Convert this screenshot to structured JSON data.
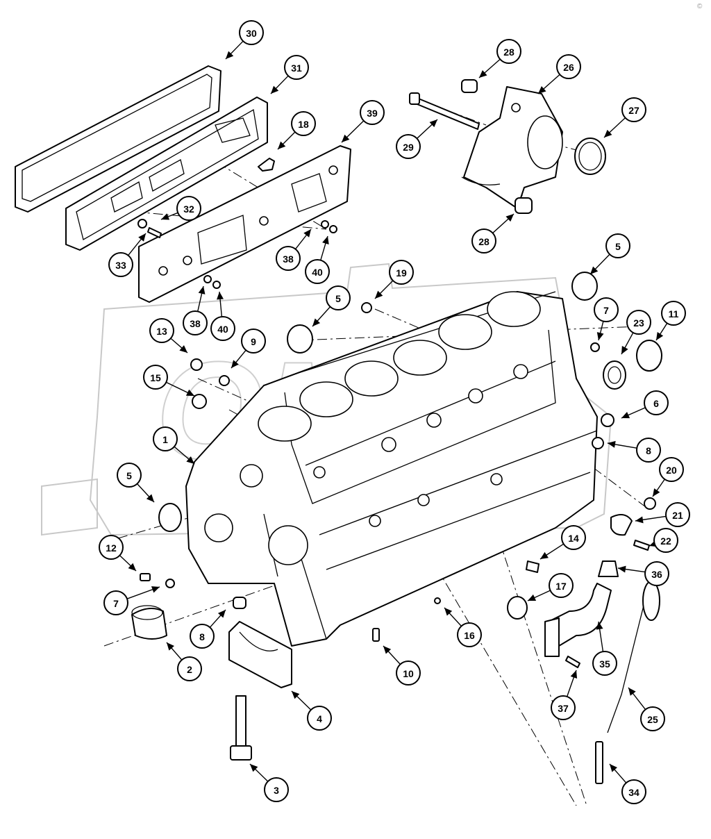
{
  "diagram": {
    "watermark_text": "OMIX",
    "corner_mark": "©"
  },
  "callouts": [
    {
      "label": "30",
      "part": "valve-cover-gasket"
    },
    {
      "label": "31",
      "part": "cover-plate"
    },
    {
      "label": "18",
      "part": "bracket"
    },
    {
      "label": "39",
      "part": "gasket-plate"
    },
    {
      "label": "32",
      "part": "washer"
    },
    {
      "label": "33",
      "part": "screw"
    },
    {
      "label": "38",
      "part": "washer"
    },
    {
      "label": "40",
      "part": "nut"
    },
    {
      "label": "38",
      "part": "washer"
    },
    {
      "label": "40",
      "part": "nut"
    },
    {
      "label": "28",
      "part": "plug"
    },
    {
      "label": "26",
      "part": "water-outlet-housing"
    },
    {
      "label": "27",
      "part": "seal-ring"
    },
    {
      "label": "29",
      "part": "stud-bolt"
    },
    {
      "label": "28",
      "part": "plug"
    },
    {
      "label": "5",
      "part": "expansion-plug"
    },
    {
      "label": "19",
      "part": "plug"
    },
    {
      "label": "5",
      "part": "expansion-plug"
    },
    {
      "label": "7",
      "part": "plug"
    },
    {
      "label": "23",
      "part": "seal"
    },
    {
      "label": "11",
      "part": "expansion-plug"
    },
    {
      "label": "13",
      "part": "plug"
    },
    {
      "label": "9",
      "part": "plug"
    },
    {
      "label": "15",
      "part": "plug"
    },
    {
      "label": "6",
      "part": "plug"
    },
    {
      "label": "1",
      "part": "cylinder-block"
    },
    {
      "label": "8",
      "part": "plug"
    },
    {
      "label": "20",
      "part": "plug"
    },
    {
      "label": "5",
      "part": "expansion-plug"
    },
    {
      "label": "21",
      "part": "cover"
    },
    {
      "label": "22",
      "part": "screw"
    },
    {
      "label": "14",
      "part": "plug"
    },
    {
      "label": "12",
      "part": "dowel"
    },
    {
      "label": "36",
      "part": "breather"
    },
    {
      "label": "7",
      "part": "plug"
    },
    {
      "label": "17",
      "part": "bushing"
    },
    {
      "label": "16",
      "part": "ball"
    },
    {
      "label": "8",
      "part": "plug"
    },
    {
      "label": "2",
      "part": "bushing"
    },
    {
      "label": "35",
      "part": "dipstick-tube"
    },
    {
      "label": "10",
      "part": "dowel"
    },
    {
      "label": "4",
      "part": "main-bearing-cap"
    },
    {
      "label": "37",
      "part": "screw"
    },
    {
      "label": "25",
      "part": "dipstick"
    },
    {
      "label": "3",
      "part": "cap-screw"
    },
    {
      "label": "34",
      "part": "tube"
    }
  ]
}
